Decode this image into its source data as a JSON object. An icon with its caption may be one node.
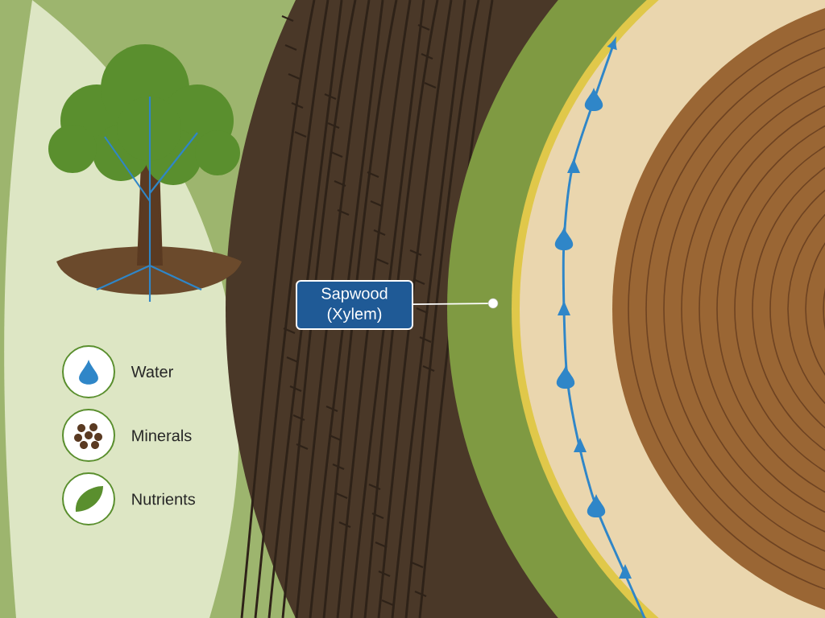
{
  "diagram": {
    "nodes": [
      {
        "text": [
          "Sapwood (Xylem)"
        ]
      },
      {
        "text": [],
        "shape": "circle"
      }
    ],
    "edges": [
      {
        "from": 0,
        "to": 1,
        "arrow": "none"
      }
    ],
    "legend": [
      {
        "text": "Water"
      },
      {
        "text": "Minerals"
      },
      {
        "text": "Nutrients"
      }
    ]
  }
}
